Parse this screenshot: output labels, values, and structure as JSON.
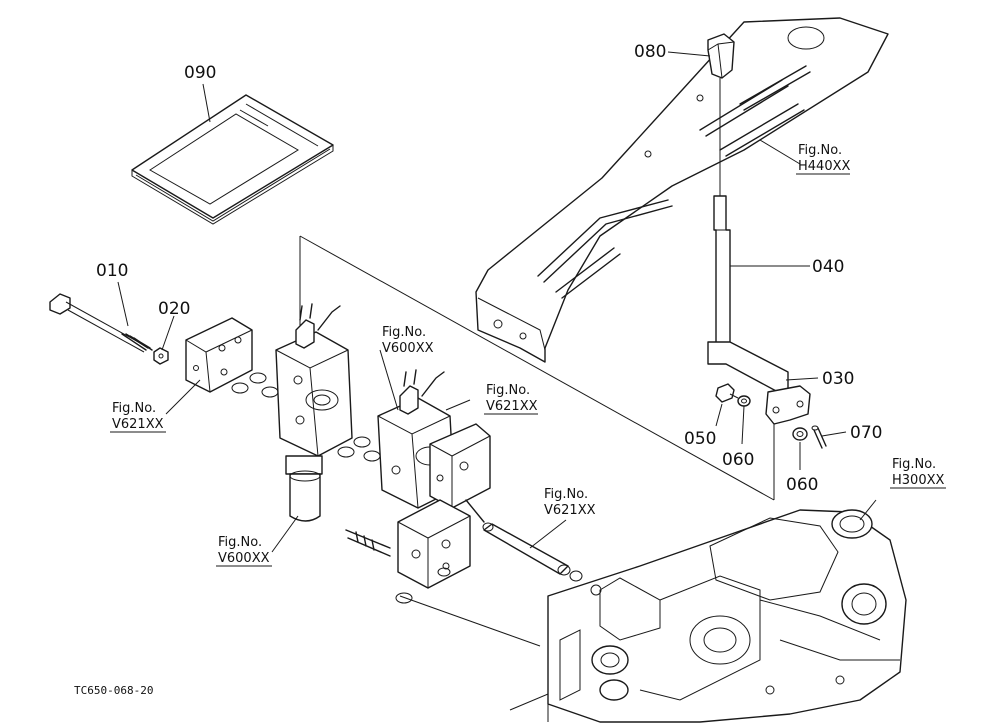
{
  "parts": {
    "p010": "010",
    "p020": "020",
    "p030": "030",
    "p040": "040",
    "p050": "050",
    "p060a": "060",
    "p060b": "060",
    "p070": "070",
    "p080": "080",
    "p090": "090"
  },
  "fig_refs": {
    "fig_label": "Fig.No.",
    "h440": "H440XX",
    "v600_top": "V600XX",
    "v621_mid": "V621XX",
    "v621_left": "V621XX",
    "v621_lower": "V621XX",
    "v600_bottom": "V600XX",
    "h300": "H300XX"
  },
  "drawing_code": "TC650-068-20"
}
